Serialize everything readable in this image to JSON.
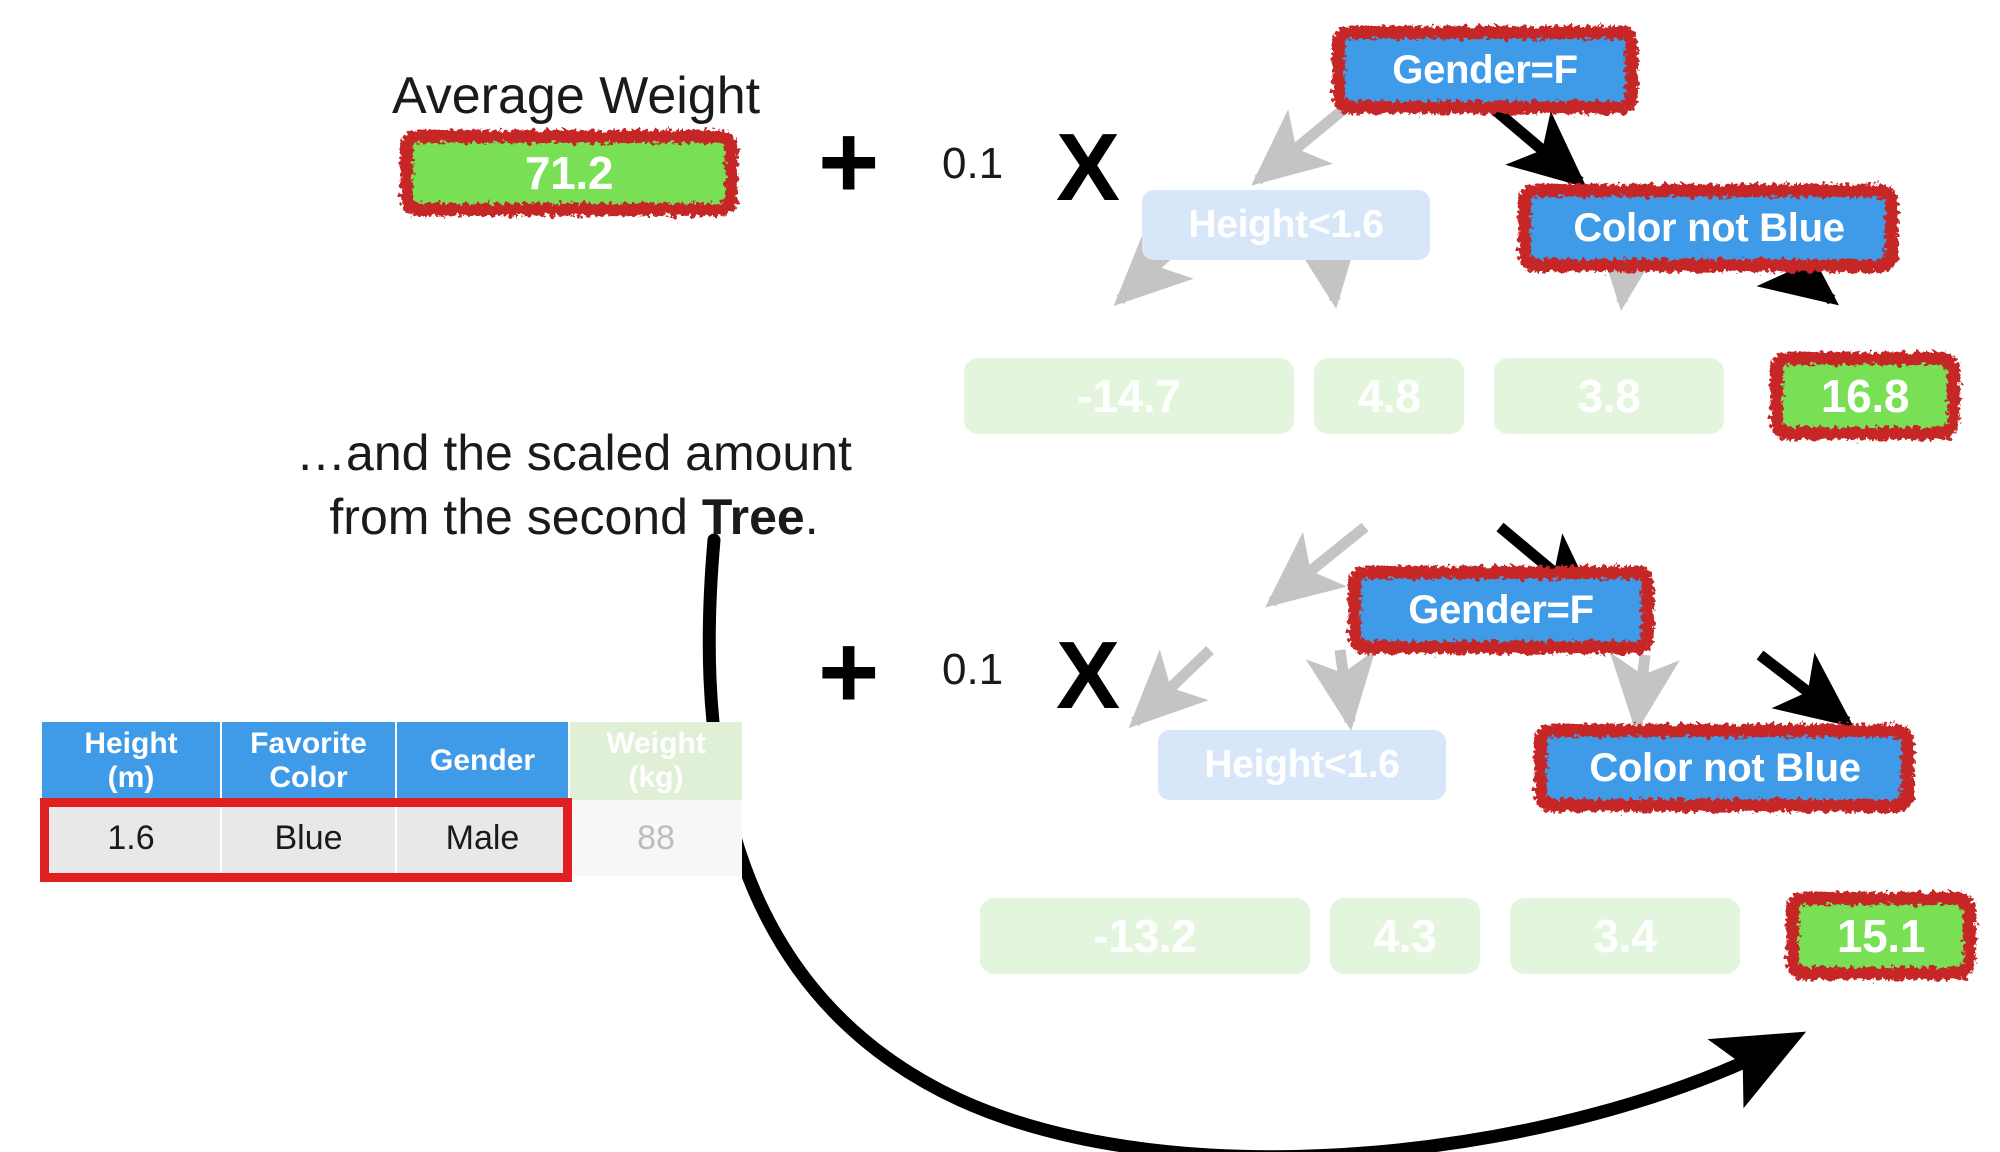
{
  "title_text": "Average Weight",
  "average_weight_value": "71.2",
  "narrative": {
    "line1": "…and the scaled amount",
    "line2_prefix": "from the second ",
    "line2_bold": "Tree",
    "line2_suffix": "."
  },
  "operators": {
    "plus": "+",
    "times": "X",
    "learning_rate": "0.1"
  },
  "colors": {
    "node_blue": "#3f9ae8",
    "node_light_blue": "#d8e6f9",
    "leaf_light_green": "#e3f5dc",
    "leaf_green": "#79e055",
    "highlight_red": "#c62828",
    "table_header_blue": "#3f9ae8",
    "table_row_highlight": "#e02020",
    "arrow_gray": "#c4c4c4",
    "arrow_black": "#000000"
  },
  "table": {
    "headers": [
      {
        "label": "Height\n(m)",
        "line1": "Height",
        "line2": "(m)",
        "dim": false
      },
      {
        "label": "Favorite\nColor",
        "line1": "Favorite",
        "line2": "Color",
        "dim": false
      },
      {
        "label": "Gender",
        "line1": "Gender",
        "line2": "",
        "dim": false
      },
      {
        "label": "Weight\n(kg)",
        "line1": "Weight",
        "line2": "(kg)",
        "dim": true
      }
    ],
    "rows": [
      {
        "height": "1.6",
        "color": "Blue",
        "gender": "Male",
        "weight": "88",
        "highlighted": true
      }
    ]
  },
  "trees": [
    {
      "id": "tree-1",
      "root": {
        "label": "Gender=F",
        "highlighted": true
      },
      "left_child": {
        "label": "Height<1.6",
        "highlighted": false
      },
      "right_child": {
        "label": "Color not Blue",
        "highlighted": true
      },
      "leaves": [
        {
          "value": "-14.7",
          "highlighted": false
        },
        {
          "value": "4.8",
          "highlighted": false
        },
        {
          "value": "3.8",
          "highlighted": false
        },
        {
          "value": "16.8",
          "highlighted": true
        }
      ],
      "path": [
        "root-right",
        "right-right"
      ]
    },
    {
      "id": "tree-2",
      "root": {
        "label": "Gender=F",
        "highlighted": true
      },
      "left_child": {
        "label": "Height<1.6",
        "highlighted": false
      },
      "right_child": {
        "label": "Color not Blue",
        "highlighted": true
      },
      "leaves": [
        {
          "value": "-13.2",
          "highlighted": false
        },
        {
          "value": "4.3",
          "highlighted": false
        },
        {
          "value": "3.4",
          "highlighted": false
        },
        {
          "value": "15.1",
          "highlighted": true
        }
      ],
      "path": [
        "root-right",
        "right-right"
      ]
    }
  ],
  "chart_data": {
    "type": "diagram",
    "title": "Gradient Boosting prediction — adding scaled contribution of the second tree",
    "base_prediction": 71.2,
    "learning_rate": 0.1,
    "sample": {
      "height_m": 1.6,
      "favorite_color": "Blue",
      "gender": "Male",
      "weight_kg": 88
    },
    "tree_leaf_values": [
      {
        "tree": 1,
        "leaves": [
          -14.7,
          4.8,
          3.8,
          16.8
        ],
        "selected_leaf": 16.8
      },
      {
        "tree": 2,
        "leaves": [
          -13.2,
          4.3,
          3.4,
          15.1
        ],
        "selected_leaf": 15.1
      }
    ]
  }
}
